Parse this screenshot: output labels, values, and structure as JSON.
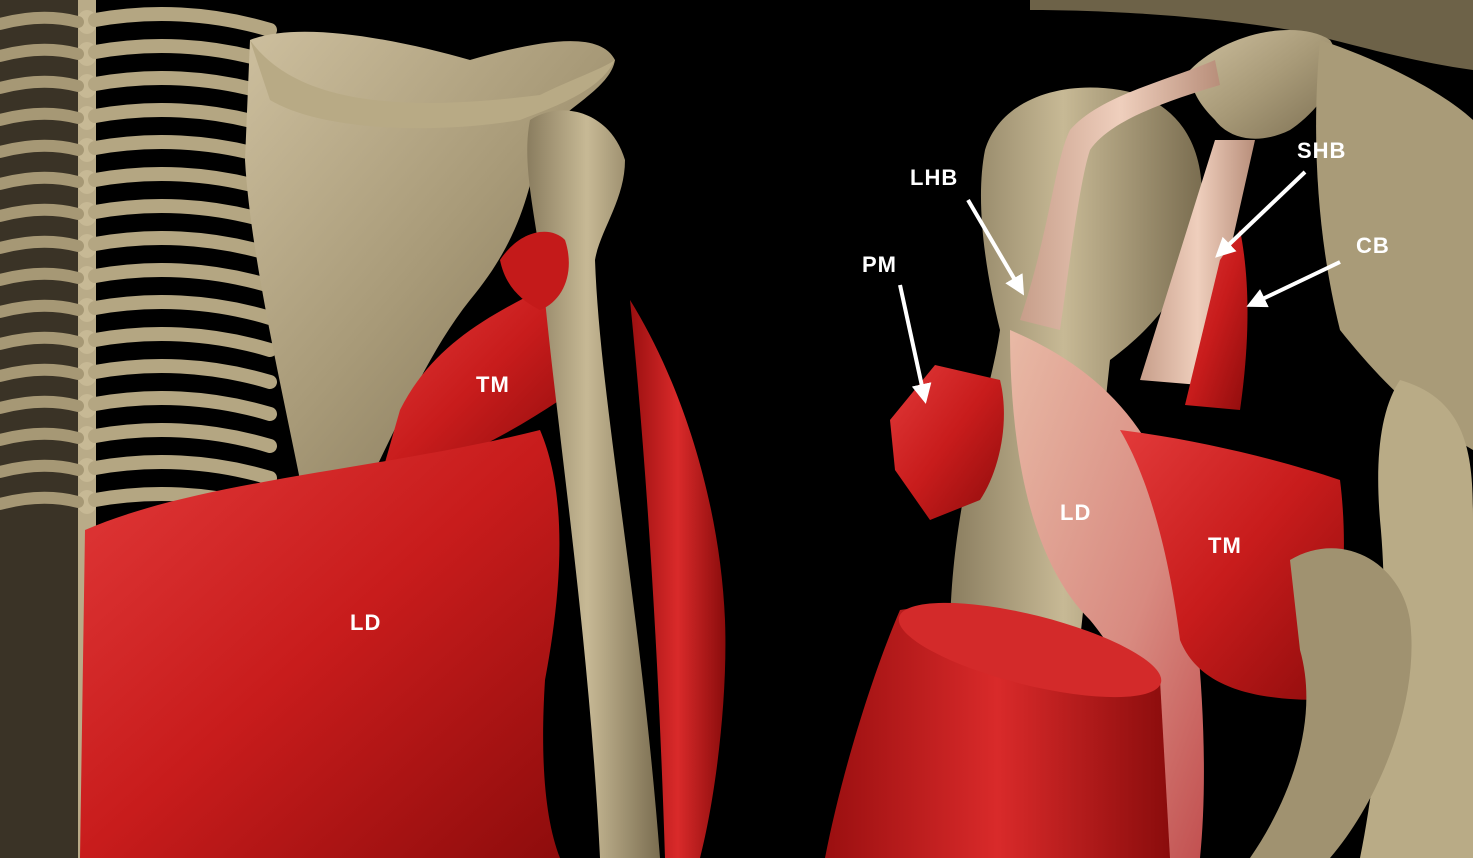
{
  "left_view": {
    "labels": {
      "tm": "TM",
      "ld": "LD"
    }
  },
  "right_view": {
    "labels": {
      "lhb": "LHB",
      "pm": "PM",
      "shb": "SHB",
      "cb": "CB",
      "ld": "LD",
      "tm": "TM"
    }
  }
}
